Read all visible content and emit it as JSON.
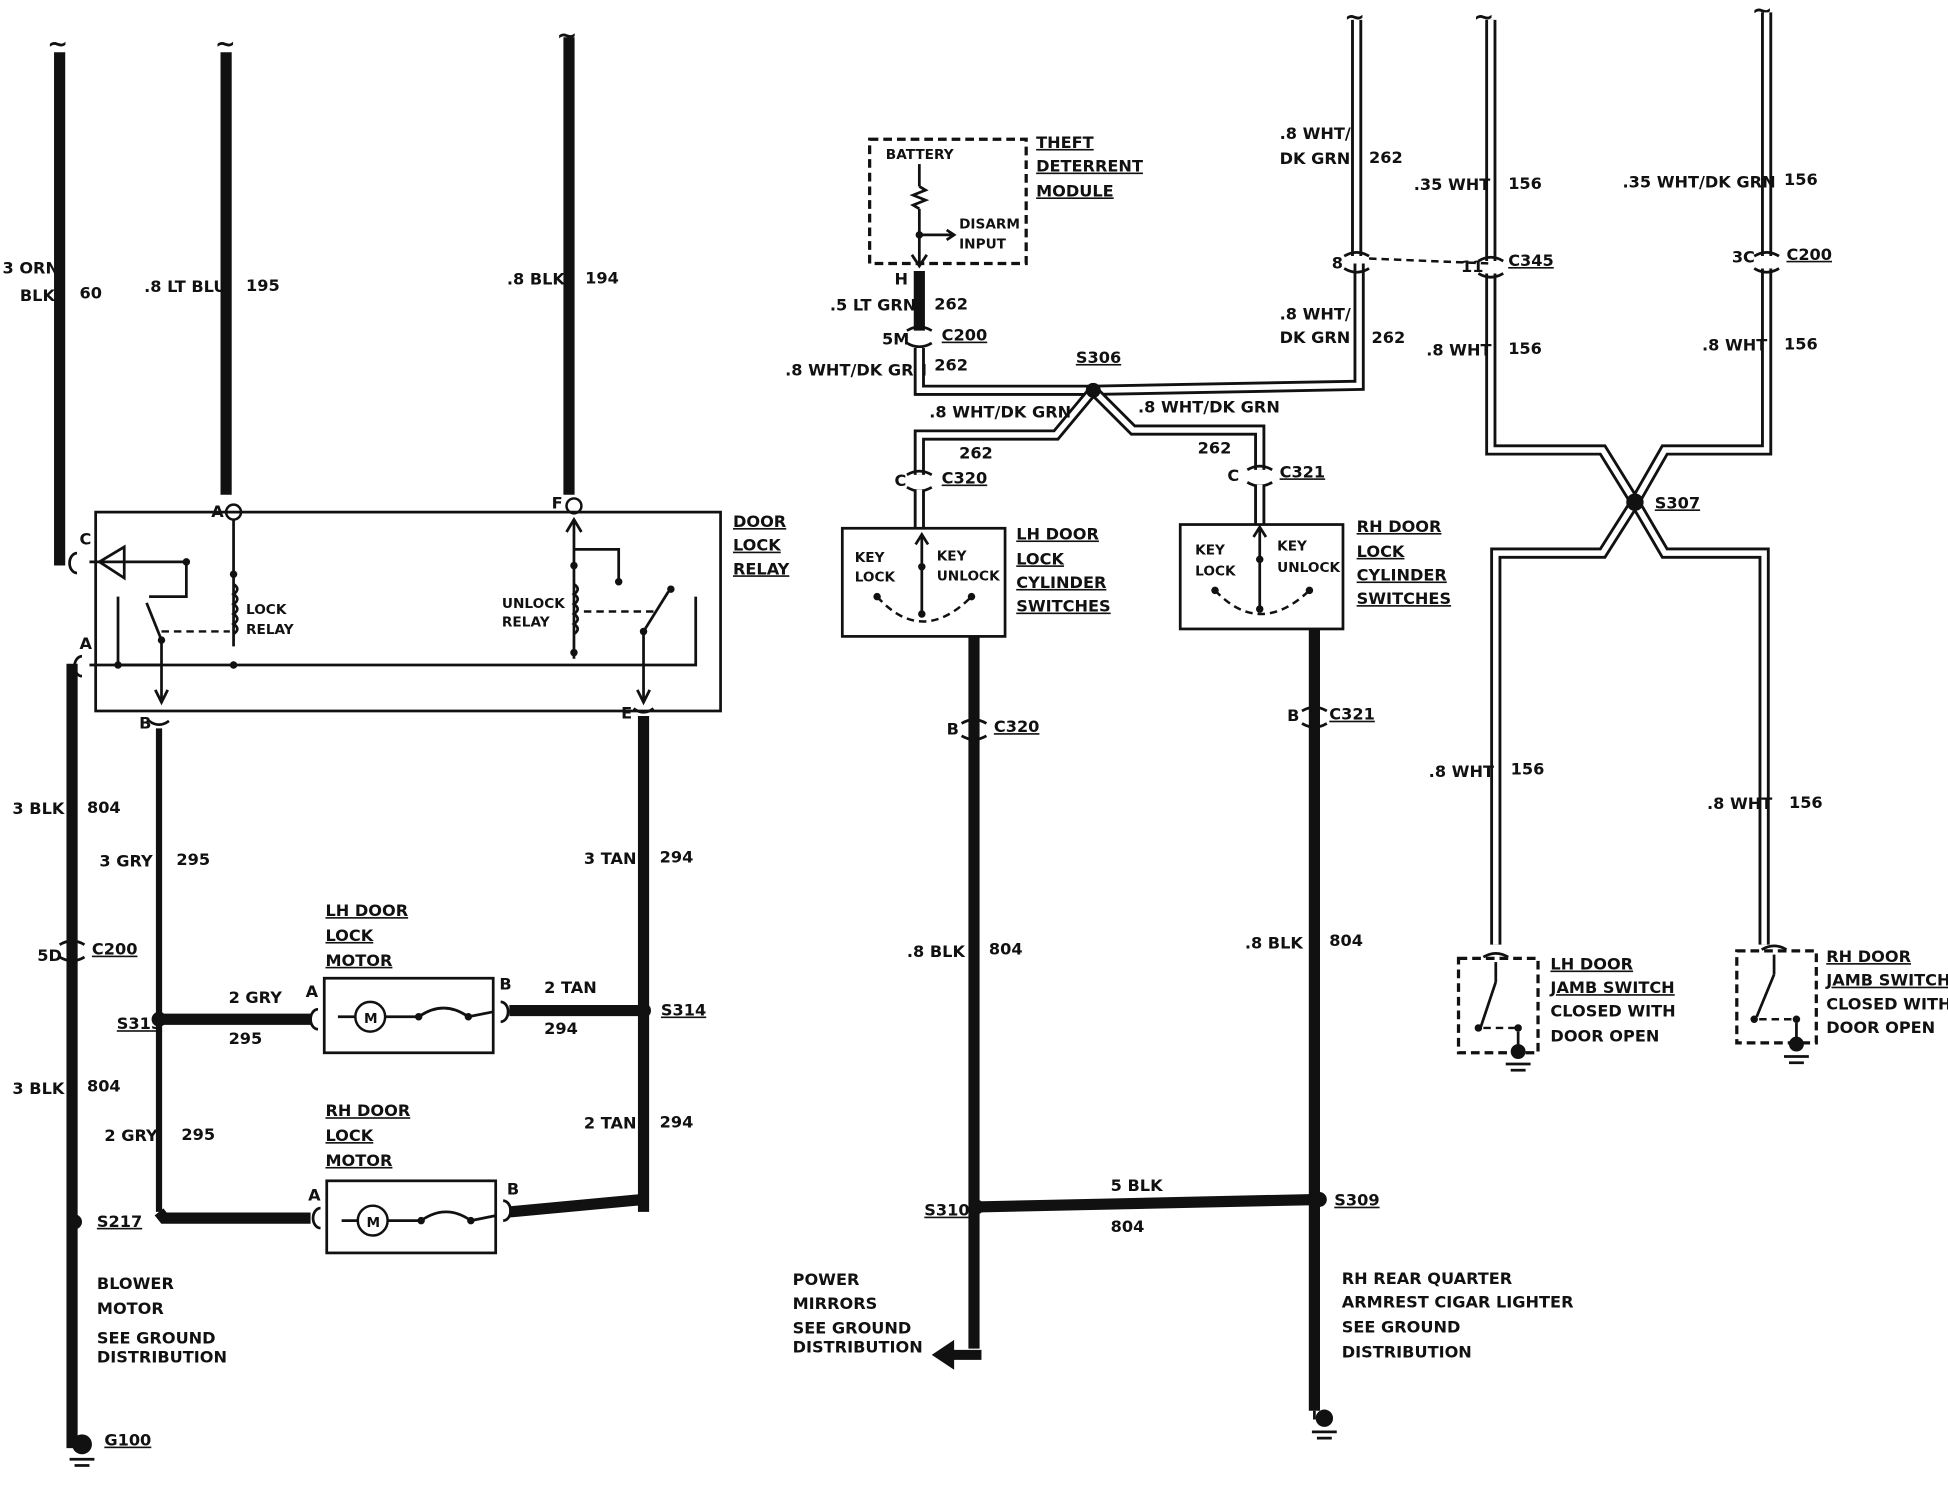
{
  "left": {
    "w60": {
      "gauge": "3 ORN/",
      "gauge2": "BLK",
      "circuit": "60"
    },
    "w195": {
      "gauge": ".8 LT BLU",
      "circuit": "195"
    },
    "w194": {
      "gauge": ".8 BLK",
      "circuit": "194"
    },
    "relay": {
      "title1": "DOOR",
      "title2": "LOCK",
      "title3": "RELAY",
      "lock1": "LOCK",
      "lock2": "RELAY",
      "unlock1": "UNLOCK",
      "unlock2": "RELAY",
      "pinA_top": "A",
      "pinF": "F",
      "pinC": "C",
      "pinA_left": "A",
      "pinB": "B",
      "pinE": "E"
    },
    "w804a": {
      "gauge": "3 BLK",
      "circuit": "804"
    },
    "w295a": {
      "gauge": "3 GRY",
      "circuit": "295"
    },
    "w294a": {
      "gauge": "3 TAN",
      "circuit": "294"
    },
    "c200": {
      "pin": "5D",
      "name": "C200"
    },
    "lh_motor": {
      "l1": "LH DOOR",
      "l2": "LOCK",
      "l3": "MOTOR",
      "pinA": "A",
      "pinB": "B",
      "m": "M"
    },
    "rh_motor": {
      "l1": "RH DOOR",
      "l2": "LOCK",
      "l3": "MOTOR",
      "pinA": "A",
      "pinB": "B",
      "m": "M"
    },
    "s315": "S315",
    "s314": "S314",
    "w295b": {
      "gauge": "2 GRY",
      "circuit": "295"
    },
    "w294b": {
      "gauge": "2 TAN",
      "circuit": "294"
    },
    "w295c": {
      "gauge": "2 GRY",
      "circuit": "295"
    },
    "w294c": {
      "gauge": "2 TAN",
      "circuit": "294"
    },
    "w804b": {
      "gauge": "3 BLK",
      "circuit": "804"
    },
    "s217": "S217",
    "ground": {
      "l1": "BLOWER",
      "l2": "MOTOR",
      "l3": "SEE GROUND",
      "l4": "DISTRIBUTION",
      "g": "G100"
    }
  },
  "middle": {
    "theft": {
      "t1": "THEFT",
      "t2": "DETERRENT",
      "t3": "MODULE",
      "battery": "BATTERY",
      "disarm1": "DISARM",
      "disarm2": "INPUT",
      "pinH": "H"
    },
    "w262a": {
      "gauge": ".5 LT GRN",
      "circuit": "262"
    },
    "c200": {
      "pin": "5M",
      "name": "C200"
    },
    "w262b": {
      "gauge": ".8 WHT/DK GRN",
      "circuit": "262"
    },
    "s306": "S306",
    "w262c": {
      "gauge": ".8 WHT/DK GRN",
      "circuit": "262"
    },
    "w262d": {
      "gauge": ".8 WHT/DK GRN",
      "circuit": "262"
    },
    "c320_top": {
      "pin": "C",
      "name": "C320"
    },
    "c321_top": {
      "pin": "C",
      "name": "C321"
    },
    "lh_cyl": {
      "key1": "KEY",
      "lock": "LOCK",
      "key2": "KEY",
      "unlock": "UNLOCK",
      "l1": "LH DOOR",
      "l2": "LOCK",
      "l3": "CYLINDER",
      "l4": "SWITCHES"
    },
    "rh_cyl": {
      "key1": "KEY",
      "lock": "LOCK",
      "key2": "KEY",
      "unlock": "UNLOCK",
      "l1": "RH DOOR",
      "l2": "LOCK",
      "l3": "CYLINDER",
      "l4": "SWITCHES"
    },
    "c320_bot": {
      "pin": "B",
      "name": "C320"
    },
    "c321_bot": {
      "pin": "B",
      "name": "C321"
    },
    "w804l": {
      "gauge": ".8 BLK",
      "circuit": "804"
    },
    "w804r": {
      "gauge": ".8 BLK",
      "circuit": "804"
    },
    "s310": "S310",
    "s309": "S309",
    "w804h": {
      "gauge": "5 BLK",
      "circuit": "804"
    },
    "left_note": {
      "l1": "POWER",
      "l2": "MIRRORS",
      "l3": "SEE GROUND",
      "l4": "DISTRIBUTION"
    },
    "right_note": {
      "l1": "RH REAR QUARTER",
      "l2": "ARMREST CIGAR LIGHTER",
      "l3": "SEE GROUND",
      "l4": "DISTRIBUTION"
    }
  },
  "right": {
    "w262top": {
      "gauge1": ".8 WHT/",
      "gauge2": "DK GRN",
      "circuit": "262"
    },
    "w262mid": {
      "gauge1": ".8 WHT/",
      "gauge2": "DK GRN",
      "circuit": "262"
    },
    "pin8": "8",
    "w156a": {
      "gauge": ".35 WHT",
      "circuit": "156"
    },
    "c345": {
      "pin": "11",
      "name": "C345"
    },
    "w156b": {
      "gauge": ".8 WHT",
      "circuit": "156"
    },
    "w156c": {
      "gauge": ".35 WHT/DK GRN",
      "circuit": "156"
    },
    "c200": {
      "pin": "3C",
      "name": "C200"
    },
    "w156d": {
      "gauge": ".8 WHT",
      "circuit": "156"
    },
    "s307": "S307",
    "w156e": {
      "gauge": ".8 WHT",
      "circuit": "156"
    },
    "w156f": {
      "gauge": ".8 WHT",
      "circuit": "156"
    },
    "lh_jamb": {
      "l1": "LH DOOR",
      "l2": "JAMB SWITCH",
      "l3": "CLOSED WITH",
      "l4": "DOOR OPEN"
    },
    "rh_jamb": {
      "l1": "RH DOOR",
      "l2": "JAMB SWITCH",
      "l3": "CLOSED WITH",
      "l4": "DOOR OPEN"
    },
    "wave": "~"
  }
}
